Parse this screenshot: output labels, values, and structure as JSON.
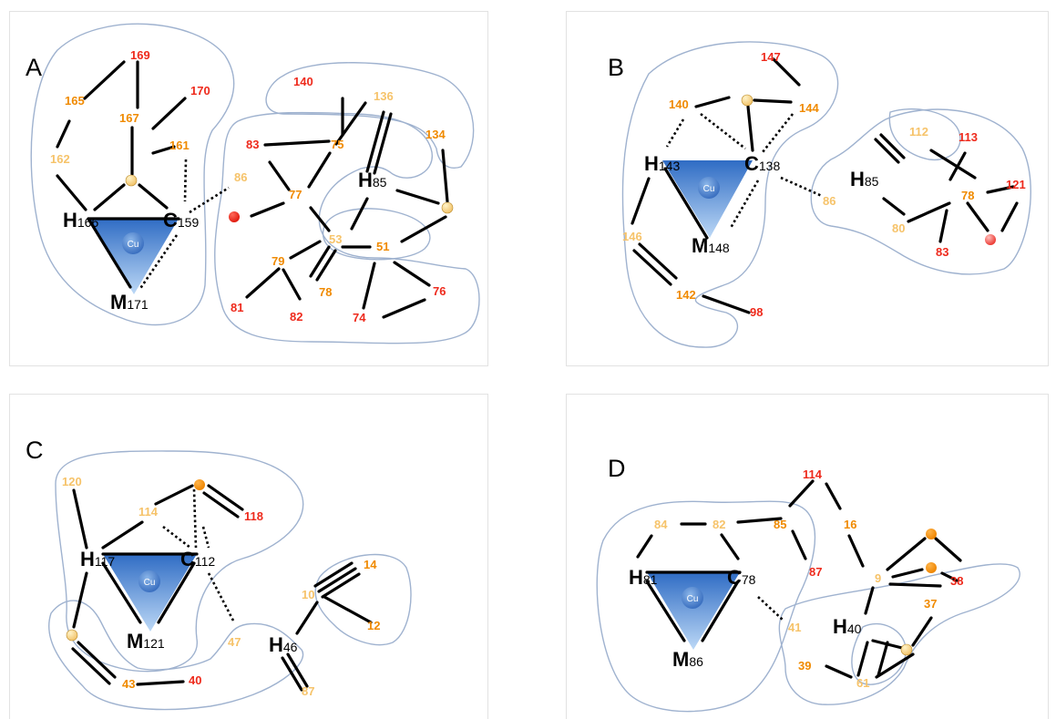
{
  "colors": {
    "red": "#ee2a1c",
    "orange": "#f08a00",
    "light": "#f6c36a",
    "triangle_top": "#3a74c7",
    "triangle_bottom": "#b5d3f5",
    "region_outline": "#9fb2cf"
  },
  "cu_label": "Cu",
  "panels": [
    {
      "letter": "A",
      "center": {
        "letter": "C",
        "sub": "159"
      },
      "left": {
        "letter": "H",
        "sub": "166"
      },
      "bottom": {
        "letter": "M",
        "sub": "171"
      },
      "extra": {
        "letter": "H",
        "sub": "85"
      },
      "labels": [
        {
          "text": "169",
          "tone": "red"
        },
        {
          "text": "165",
          "tone": "orange"
        },
        {
          "text": "170",
          "tone": "red"
        },
        {
          "text": "167",
          "tone": "orange"
        },
        {
          "text": "161",
          "tone": "orange"
        },
        {
          "text": "162",
          "tone": "light"
        },
        {
          "text": "86",
          "tone": "light"
        },
        {
          "text": "140",
          "tone": "red"
        },
        {
          "text": "136",
          "tone": "light"
        },
        {
          "text": "134",
          "tone": "orange"
        },
        {
          "text": "83",
          "tone": "red"
        },
        {
          "text": "75",
          "tone": "orange"
        },
        {
          "text": "77",
          "tone": "orange"
        },
        {
          "text": "53",
          "tone": "light"
        },
        {
          "text": "51",
          "tone": "orange"
        },
        {
          "text": "79",
          "tone": "orange"
        },
        {
          "text": "78",
          "tone": "orange"
        },
        {
          "text": "81",
          "tone": "red"
        },
        {
          "text": "82",
          "tone": "red"
        },
        {
          "text": "74",
          "tone": "red"
        },
        {
          "text": "76",
          "tone": "red"
        }
      ]
    },
    {
      "letter": "B",
      "center": {
        "letter": "C",
        "sub": "138"
      },
      "left": {
        "letter": "H",
        "sub": "143"
      },
      "bottom": {
        "letter": "M",
        "sub": "148"
      },
      "extra": {
        "letter": "H",
        "sub": "85"
      },
      "labels": [
        {
          "text": "147",
          "tone": "red"
        },
        {
          "text": "140",
          "tone": "orange"
        },
        {
          "text": "144",
          "tone": "orange"
        },
        {
          "text": "86",
          "tone": "light"
        },
        {
          "text": "146",
          "tone": "light"
        },
        {
          "text": "142",
          "tone": "orange"
        },
        {
          "text": "98",
          "tone": "red"
        },
        {
          "text": "112",
          "tone": "light"
        },
        {
          "text": "113",
          "tone": "red"
        },
        {
          "text": "78",
          "tone": "orange"
        },
        {
          "text": "121",
          "tone": "red"
        },
        {
          "text": "80",
          "tone": "light"
        },
        {
          "text": "83",
          "tone": "red"
        }
      ]
    },
    {
      "letter": "C",
      "center": {
        "letter": "C",
        "sub": "112"
      },
      "left": {
        "letter": "H",
        "sub": "117"
      },
      "bottom": {
        "letter": "M",
        "sub": "121"
      },
      "extra": {
        "letter": "H",
        "sub": "46"
      },
      "labels": [
        {
          "text": "120",
          "tone": "light"
        },
        {
          "text": "114",
          "tone": "light"
        },
        {
          "text": "118",
          "tone": "red"
        },
        {
          "text": "47",
          "tone": "light"
        },
        {
          "text": "14",
          "tone": "orange"
        },
        {
          "text": "10",
          "tone": "light"
        },
        {
          "text": "12",
          "tone": "orange"
        },
        {
          "text": "87",
          "tone": "light"
        },
        {
          "text": "43",
          "tone": "orange"
        },
        {
          "text": "40",
          "tone": "red"
        }
      ]
    },
    {
      "letter": "D",
      "center": {
        "letter": "C",
        "sub": "78"
      },
      "left": {
        "letter": "H",
        "sub": "81"
      },
      "bottom": {
        "letter": "M",
        "sub": "86"
      },
      "extra": {
        "letter": "H",
        "sub": "40"
      },
      "labels": [
        {
          "text": "84",
          "tone": "light"
        },
        {
          "text": "82",
          "tone": "light"
        },
        {
          "text": "85",
          "tone": "orange"
        },
        {
          "text": "114",
          "tone": "red"
        },
        {
          "text": "16",
          "tone": "orange"
        },
        {
          "text": "87",
          "tone": "red"
        },
        {
          "text": "41",
          "tone": "light"
        },
        {
          "text": "9",
          "tone": "light"
        },
        {
          "text": "38",
          "tone": "red"
        },
        {
          "text": "37",
          "tone": "orange"
        },
        {
          "text": "39",
          "tone": "orange"
        },
        {
          "text": "61",
          "tone": "light"
        }
      ]
    }
  ]
}
